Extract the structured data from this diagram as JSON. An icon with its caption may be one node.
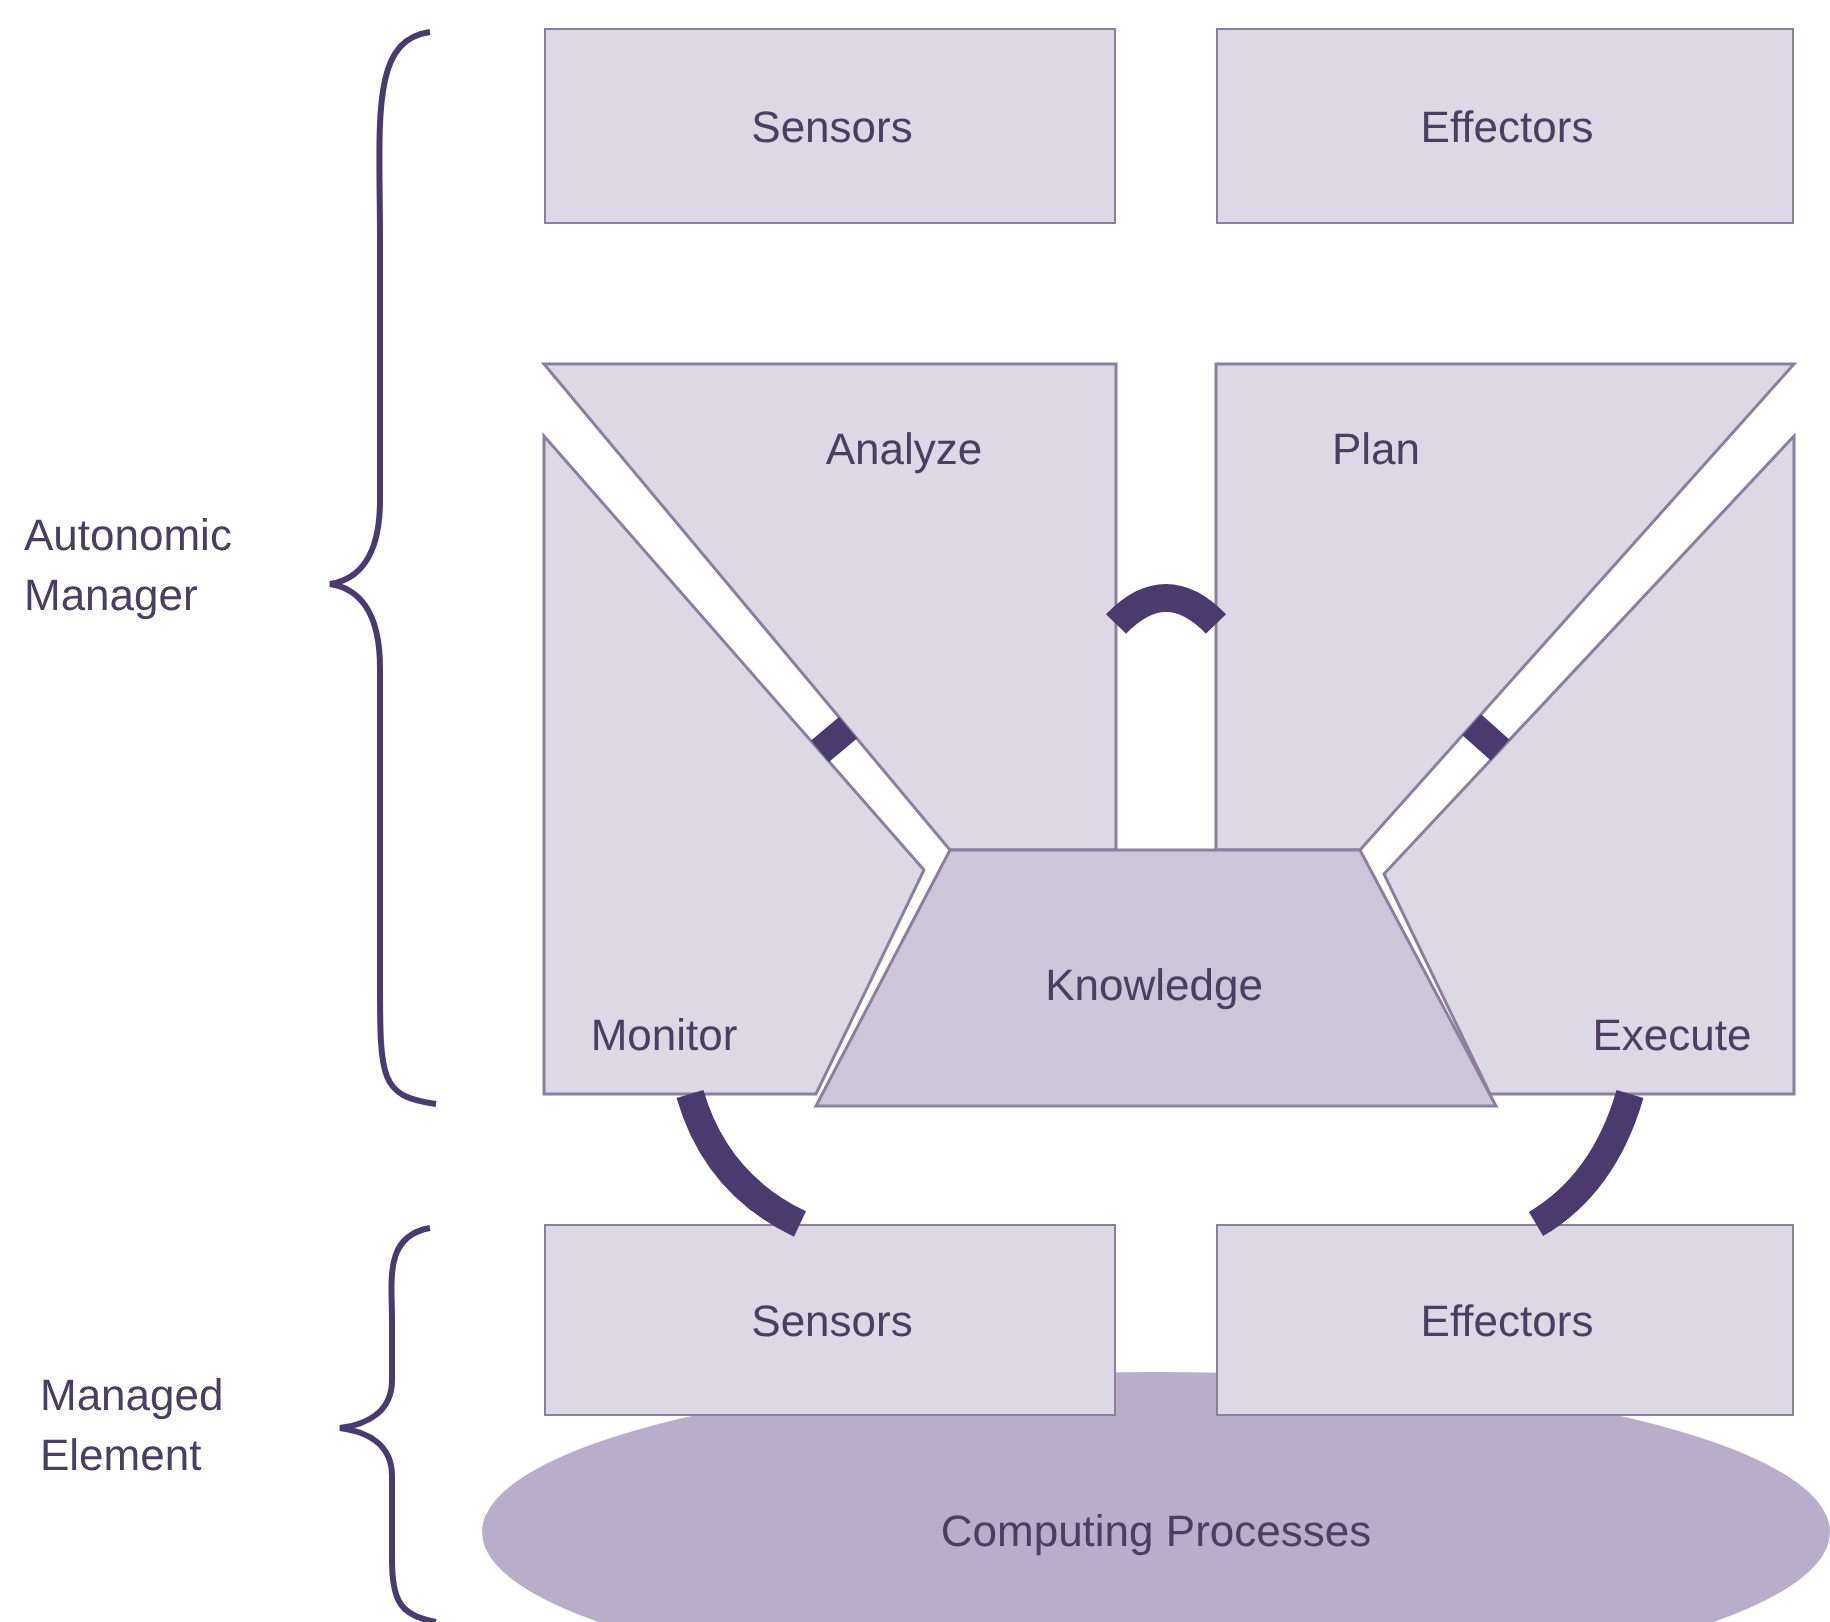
{
  "diagram": {
    "nodes": [
      {
        "text": [
          "Sensors"
        ]
      },
      {
        "text": [
          "Effectors"
        ]
      },
      {
        "text": [
          "Analyze"
        ]
      },
      {
        "text": [
          "Plan"
        ]
      },
      {
        "text": [
          "Monitor"
        ]
      },
      {
        "text": [
          "Execute"
        ]
      },
      {
        "text": [
          "Knowledge"
        ]
      },
      {
        "text": [
          "Sensors"
        ]
      },
      {
        "text": [
          "Effectors"
        ]
      },
      {
        "text": [
          "Computing Processes"
        ]
      }
    ],
    "edges": [
      {
        "from": 2,
        "to": 3,
        "arrow": "none"
      },
      {
        "from": 4,
        "to": 2,
        "arrow": "none"
      },
      {
        "from": 3,
        "to": 5,
        "arrow": "none"
      },
      {
        "from": 4,
        "to": 7,
        "arrow": "none"
      },
      {
        "from": 5,
        "to": 8,
        "arrow": "none"
      }
    ],
    "labels": [
      "Autonomic Manager",
      "Managed Element"
    ]
  }
}
